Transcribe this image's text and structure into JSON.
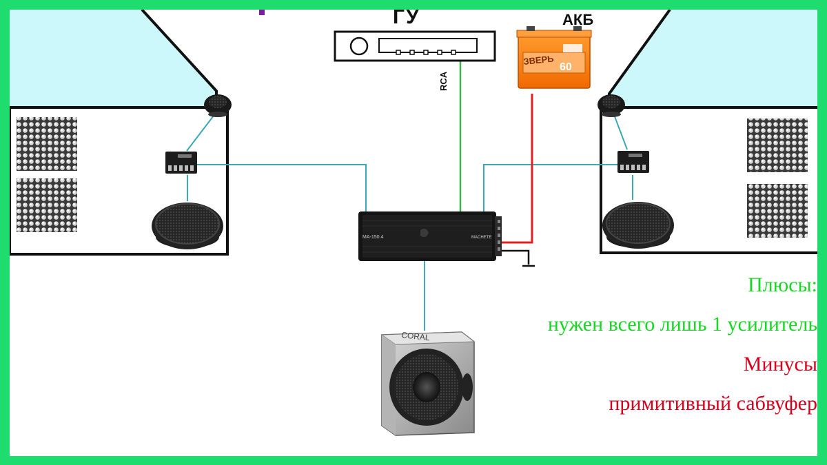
{
  "labels": {
    "head_unit": "ГУ",
    "battery": "АКБ",
    "rca": "RCA"
  },
  "amplifier": {
    "model": "MA-150.4",
    "brand": "MACHETE"
  },
  "subwoofer": {
    "brand": "CORAL"
  },
  "battery_label": {
    "brand": "ЗВЕРЬ",
    "capacity": "60"
  },
  "pros": {
    "title": "Плюсы:",
    "text": "нужен всего лишь 1 усилитель"
  },
  "cons": {
    "title": "Минусы",
    "text": "примитивный сабвуфер"
  },
  "colors": {
    "frame": "#1fdc6e",
    "signal_wire": "#3aa9b4",
    "rca_wire": "#3bb24a",
    "power_wire": "#e02020",
    "ground_wire": "#111111",
    "door_glass": "#cdf8fb",
    "pros_text": "#19d624",
    "cons_text": "#d7001c"
  }
}
